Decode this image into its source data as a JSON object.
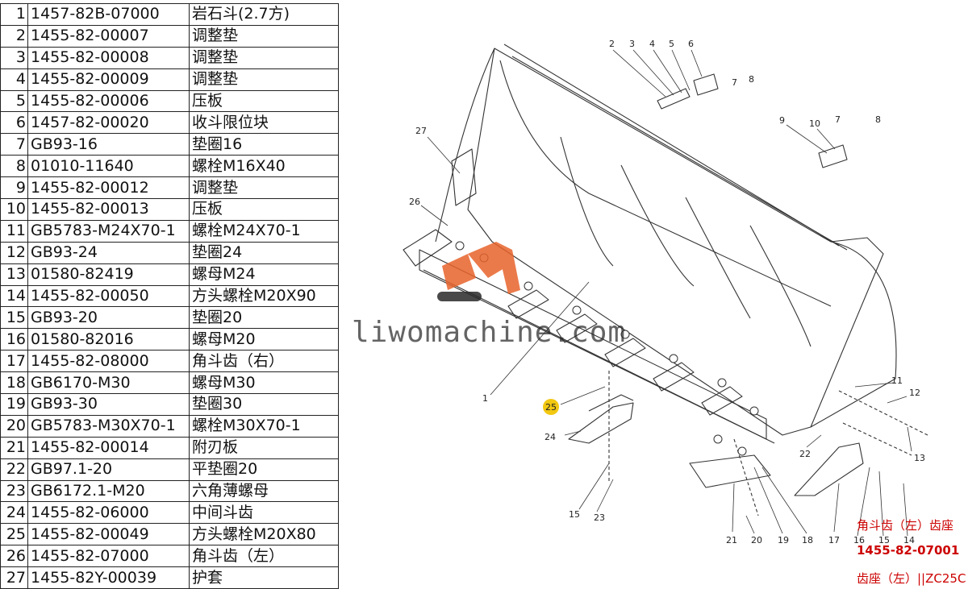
{
  "parts": [
    {
      "no": "1",
      "code": "1457-82B-07000",
      "name": "岩石斗(2.7方)"
    },
    {
      "no": "2",
      "code": "1455-82-00007",
      "name": "调整垫"
    },
    {
      "no": "3",
      "code": "1455-82-00008",
      "name": "调整垫"
    },
    {
      "no": "4",
      "code": "1455-82-00009",
      "name": "调整垫"
    },
    {
      "no": "5",
      "code": "1455-82-00006",
      "name": "压板"
    },
    {
      "no": "6",
      "code": "1457-82-00020",
      "name": "收斗限位块"
    },
    {
      "no": "7",
      "code": "GB93-16",
      "name": "垫圈16"
    },
    {
      "no": "8",
      "code": "01010-11640",
      "name": "螺栓M16X40"
    },
    {
      "no": "9",
      "code": "1455-82-00012",
      "name": "调整垫"
    },
    {
      "no": "10",
      "code": "1455-82-00013",
      "name": "压板"
    },
    {
      "no": "11",
      "code": "GB5783-M24X70-1",
      "name": "螺栓M24X70-1"
    },
    {
      "no": "12",
      "code": "GB93-24",
      "name": "垫圈24"
    },
    {
      "no": "13",
      "code": "01580-82419",
      "name": "螺母M24"
    },
    {
      "no": "14",
      "code": "1455-82-00050",
      "name": "方头螺栓M20X90"
    },
    {
      "no": "15",
      "code": "GB93-20",
      "name": "垫圈20"
    },
    {
      "no": "16",
      "code": "01580-82016",
      "name": "螺母M20"
    },
    {
      "no": "17",
      "code": "1455-82-08000",
      "name": "角斗齿（右）"
    },
    {
      "no": "18",
      "code": "GB6170-M30",
      "name": "螺母M30"
    },
    {
      "no": "19",
      "code": "GB93-30",
      "name": "垫圈30"
    },
    {
      "no": "20",
      "code": "GB5783-M30X70-1",
      "name": "螺栓M30X70-1"
    },
    {
      "no": "21",
      "code": "1455-82-00014",
      "name": "附刃板"
    },
    {
      "no": "22",
      "code": "GB97.1-20",
      "name": "平垫圈20"
    },
    {
      "no": "23",
      "code": "GB6172.1-M20",
      "name": "六角薄螺母"
    },
    {
      "no": "24",
      "code": "1455-82-06000",
      "name": "中间斗齿"
    },
    {
      "no": "25",
      "code": "1455-82-00049",
      "name": "方头螺栓M20X80"
    },
    {
      "no": "26",
      "code": "1455-82-07000",
      "name": "角斗齿（左）"
    },
    {
      "no": "27",
      "code": "1455-82Y-00039",
      "name": "护套"
    }
  ],
  "callouts": {
    "c2": "2",
    "c3": "3",
    "c4": "4",
    "c5": "5",
    "c6": "6",
    "c7a": "7",
    "c8a": "8",
    "c9": "9",
    "c10": "10",
    "c7b": "7",
    "c8b": "8",
    "c27": "27",
    "c26": "26",
    "c1": "1",
    "c25": "25",
    "c24": "24",
    "c11": "11",
    "c12": "12",
    "c13": "13",
    "c22": "22",
    "c15a": "15",
    "c23": "23",
    "c21": "21",
    "c20": "20",
    "c19": "19",
    "c18": "18",
    "c17": "17",
    "c16": "16",
    "c15b": "15",
    "c14": "14"
  },
  "watermark": "liwomachine.com",
  "annotations": {
    "line1": "角斗齿（左）齿座",
    "line2": "1455-82-07001",
    "line3": "齿座（左）||ZC25C"
  },
  "colors": {
    "highlight": "#f2c811",
    "annotation": "#cc0000",
    "logo": "#e8632b"
  }
}
